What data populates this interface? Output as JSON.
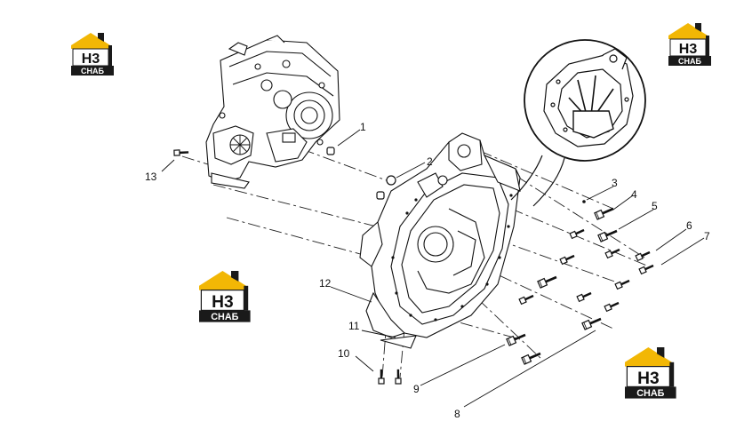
{
  "diagram": {
    "callouts": [
      "1",
      "2",
      "3",
      "4",
      "5",
      "6",
      "7",
      "8",
      "9",
      "10",
      "11",
      "12",
      "13"
    ]
  },
  "watermark": {
    "logo_top": "H3",
    "logo_bottom": "СНАБ",
    "colors": {
      "roof": "#f2b705",
      "dark": "#1a1a1a",
      "light": "#ffffff"
    }
  }
}
